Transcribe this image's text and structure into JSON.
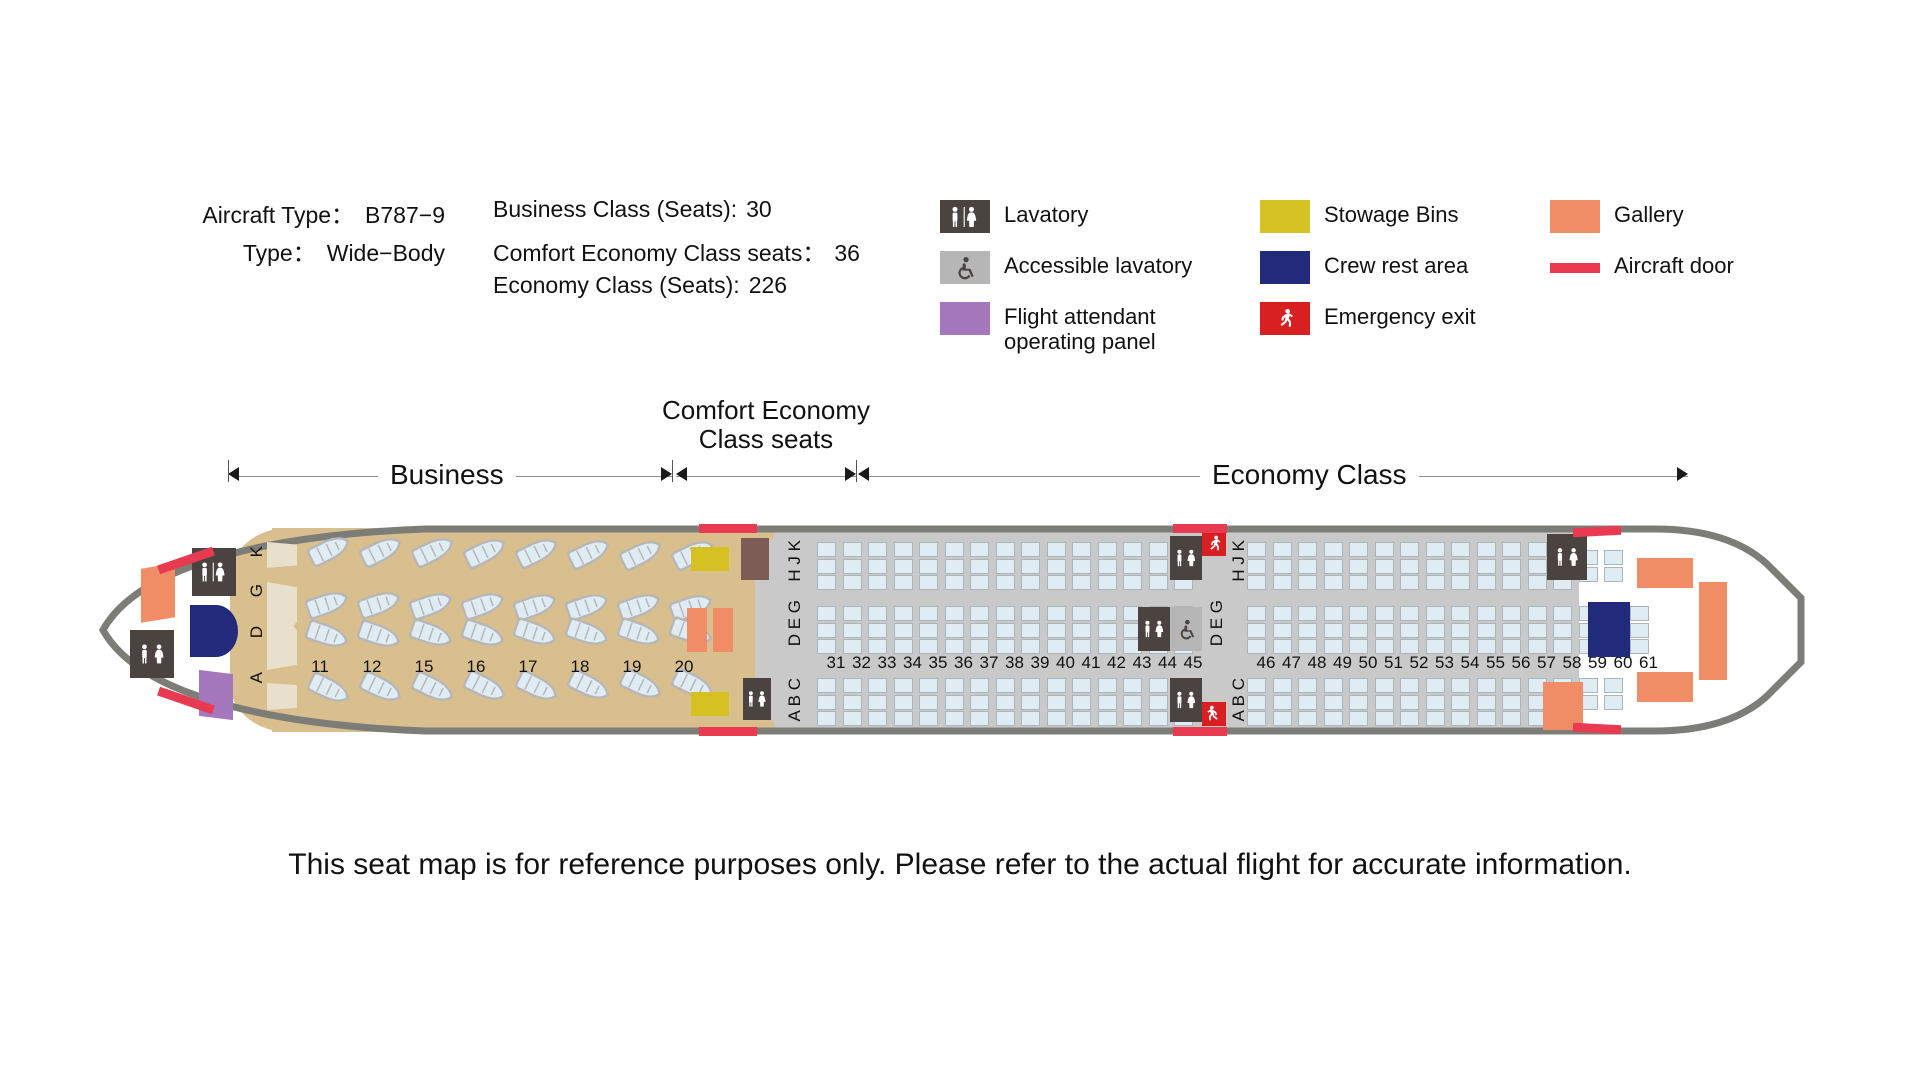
{
  "header": {
    "aircraft_type_label": "Aircraft Type：",
    "aircraft_type_value": "B787−9",
    "type_label": "Type：",
    "type_value": "Wide−Body",
    "business_label": "Business Class (Seats):",
    "business_value": "30",
    "comfort_label": "Comfort Economy Class seats：",
    "comfort_value": "36",
    "economy_label": "Economy Class (Seats):",
    "economy_value": "226"
  },
  "legend": {
    "items": [
      {
        "id": "lavatory",
        "label": "Lavatory",
        "icon": "lavatory-icon",
        "color": "#4a4340"
      },
      {
        "id": "accessible-lavatory",
        "label": "Accessible lavatory",
        "icon": "wheelchair-icon",
        "color": "#b6b6b6"
      },
      {
        "id": "flight-attendant",
        "label": "Flight attendant operating panel",
        "icon": "panel-swatch",
        "color": "#a578bd"
      },
      {
        "id": "stowage-bins",
        "label": "Stowage Bins",
        "icon": "stowage-swatch",
        "color": "#d6c123"
      },
      {
        "id": "crew-rest-area",
        "label": "Crew rest area",
        "icon": "crew-swatch",
        "color": "#222a7c"
      },
      {
        "id": "emergency-exit",
        "label": "Emergency exit",
        "icon": "running-person-icon",
        "color": "#d81f21"
      },
      {
        "id": "gallery",
        "label": "Gallery",
        "icon": "gallery-swatch",
        "color": "#f08d67"
      },
      {
        "id": "aircraft-door",
        "label": "Aircraft door",
        "icon": "door-swatch",
        "color": "#e83b52"
      }
    ]
  },
  "sections": {
    "business": "Business",
    "comfort_economy_line1": "Comfort Economy",
    "comfort_economy_line2": "Class seats",
    "economy": "Economy Class"
  },
  "cabin": {
    "business": {
      "row_letters_top": "K",
      "row_letters_mid_upper": "G",
      "row_letters_mid_lower": "D",
      "row_letters_bottom": "A",
      "row_numbers": [
        "11",
        "12",
        "15",
        "16",
        "17",
        "18",
        "19",
        "20"
      ],
      "seat_color": "#dfecf4",
      "floor_color": "#d9bf8e"
    },
    "economy": {
      "letters_top": "H J K",
      "letters_mid": "D E G",
      "letters_bottom": "A B C",
      "comfort_rows": [
        "31",
        "32",
        "33",
        "34",
        "35",
        "36",
        "37",
        "38",
        "39",
        "40",
        "41",
        "42",
        "43",
        "44",
        "45"
      ],
      "economy_rows": [
        "46",
        "47",
        "48",
        "49",
        "50",
        "51",
        "52",
        "53",
        "54",
        "55",
        "56",
        "57",
        "58",
        "59",
        "60",
        "61"
      ],
      "seat_color": "#dfecf4",
      "floor_color": "#c9c9c9"
    }
  },
  "caption": "This seat map is for reference purposes only. Please refer to the actual flight for accurate information."
}
